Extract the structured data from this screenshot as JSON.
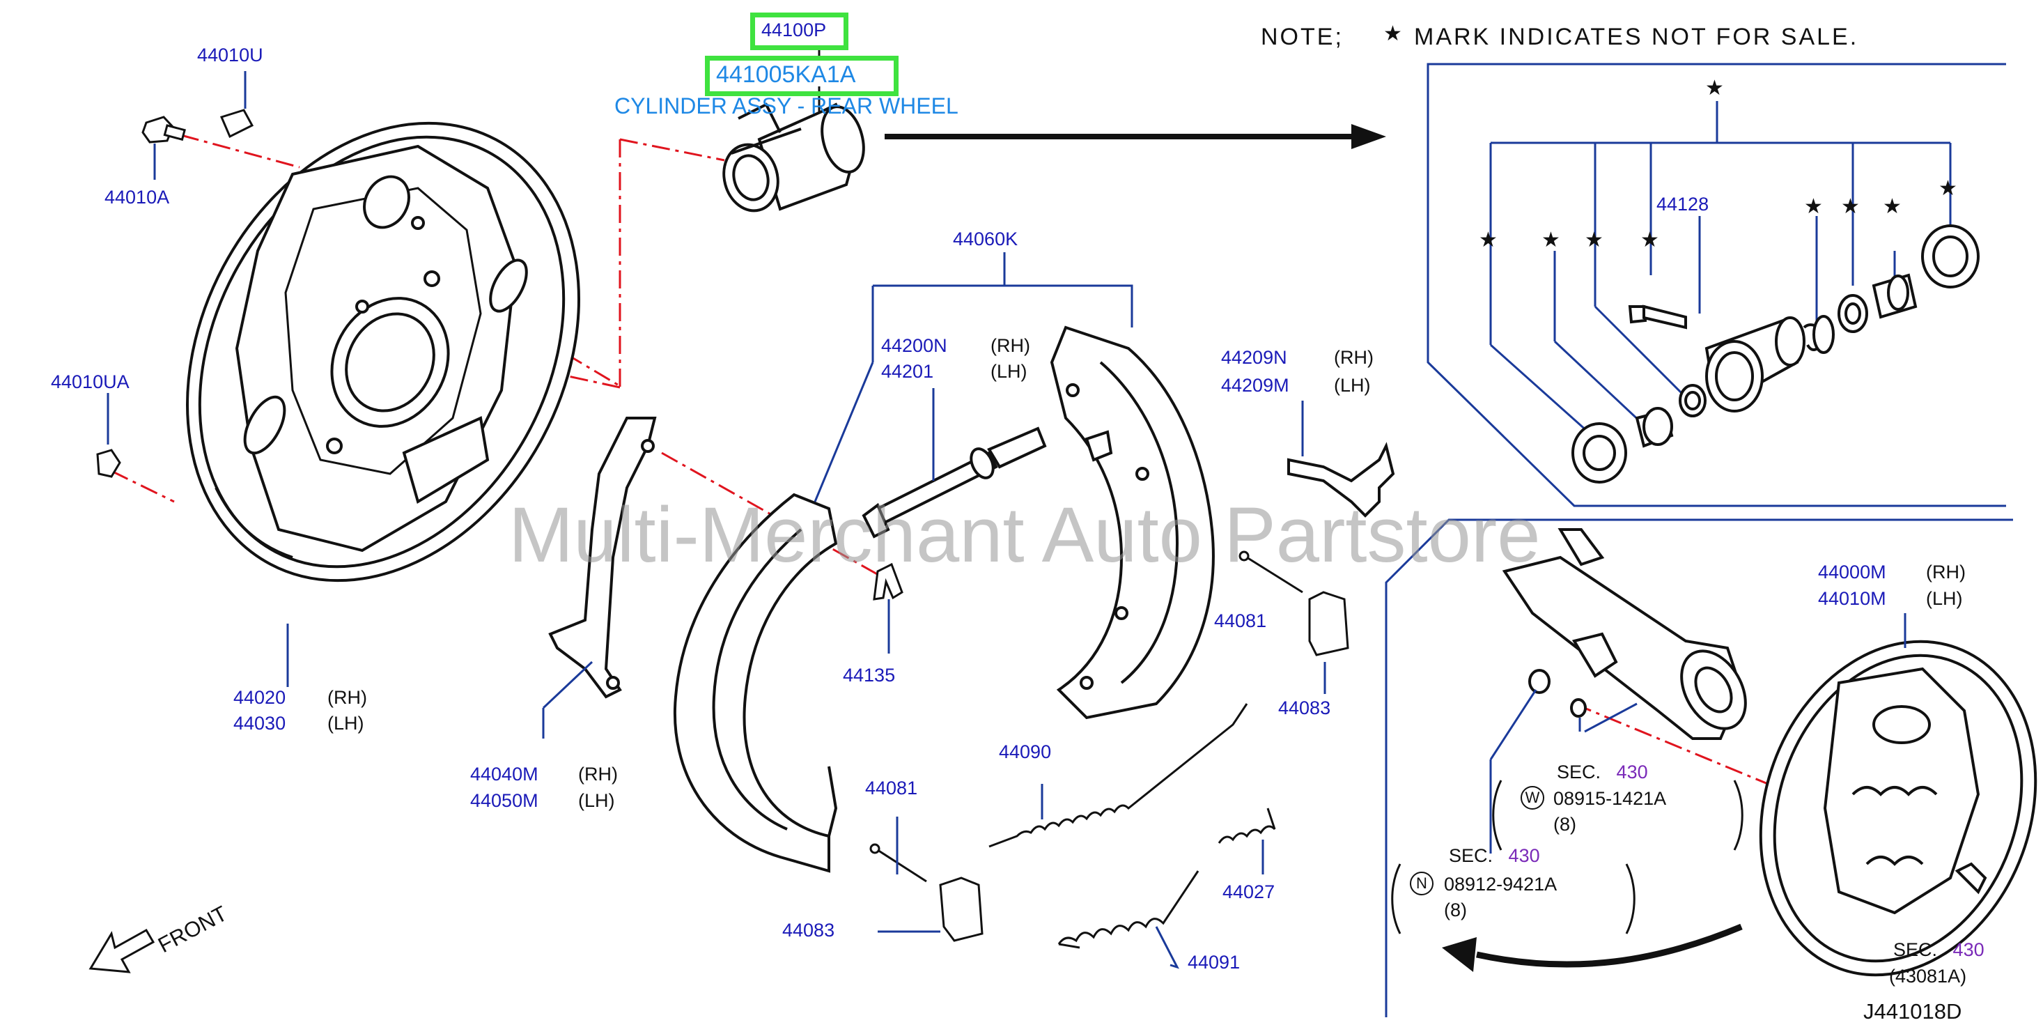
{
  "note": {
    "prefix": "NOTE;",
    "star": "★",
    "text": "MARK  INDICATES  NOT  FOR  SALE."
  },
  "highlight": {
    "ref_label": "44100P",
    "part_number": "441005KA1A",
    "part_name": "CYLINDER ASSY - REAR WHEEL",
    "box_color": "#3fe23f"
  },
  "watermark": "Multi-Merchant Auto Partstore",
  "diagram_code": "J441018D",
  "front_label": "FRONT",
  "labels": {
    "l44010U": "44010U",
    "l44010A": "44010A",
    "l44010UA": "44010UA",
    "l44020": "44020",
    "l44030": "44030",
    "l44040M": "44040M",
    "l44050M": "44050M",
    "l44060K": "44060K",
    "l44200N": "44200N",
    "l44201": "44201",
    "l44135": "44135",
    "l44209N": "44209N",
    "l44209M": "44209M",
    "l44081a": "44081",
    "l44081b": "44081",
    "l44083a": "44083",
    "l44083b": "44083",
    "l44090": "44090",
    "l44091": "44091",
    "l44027": "44027",
    "l44128": "44128",
    "l44000M": "44000M",
    "l44010M": "44010M"
  },
  "sides": {
    "rh": "(RH)",
    "lh": "(LH)"
  },
  "sec": {
    "prefix": "SEC.",
    "number": "430",
    "w_symbol": "W",
    "n_symbol": "N",
    "w_part": "08915-1421A",
    "n_part": "08912-9421A",
    "qty": "(8)",
    "bolt_part": "(43081A)"
  },
  "colors": {
    "label": "#1a1ab8",
    "leader": "#1a3a9a",
    "highlight": "#3fe23f",
    "part_name": "#1e88e5",
    "sec_number": "#7a2ab8",
    "centerline": "#e0141e"
  }
}
